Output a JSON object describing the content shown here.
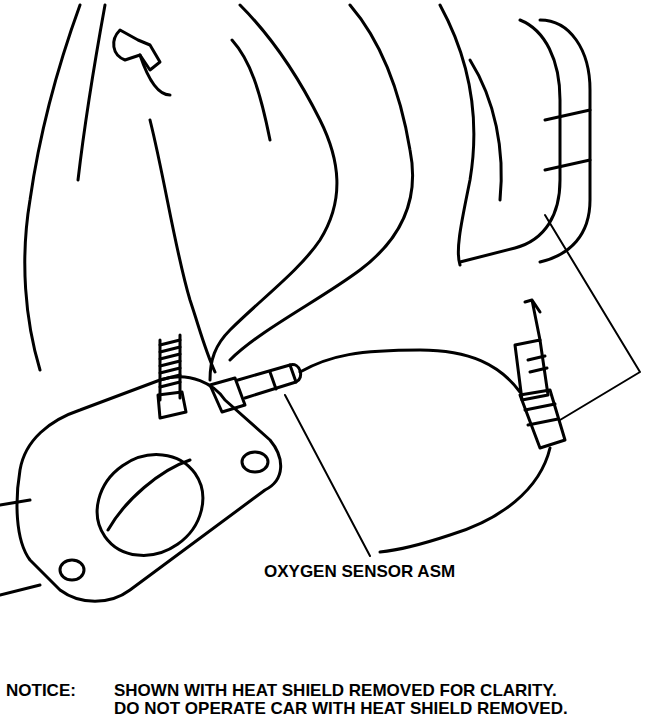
{
  "diagram": {
    "labels": [
      "OXYGEN SENSOR ASM",
      "NOTICE:",
      "SHOWN WITH HEAT SHIELD REMOVED FOR CLARITY.",
      "DO NOT OPERATE CAR WITH HEAT SHIELD REMOVED."
    ]
  }
}
